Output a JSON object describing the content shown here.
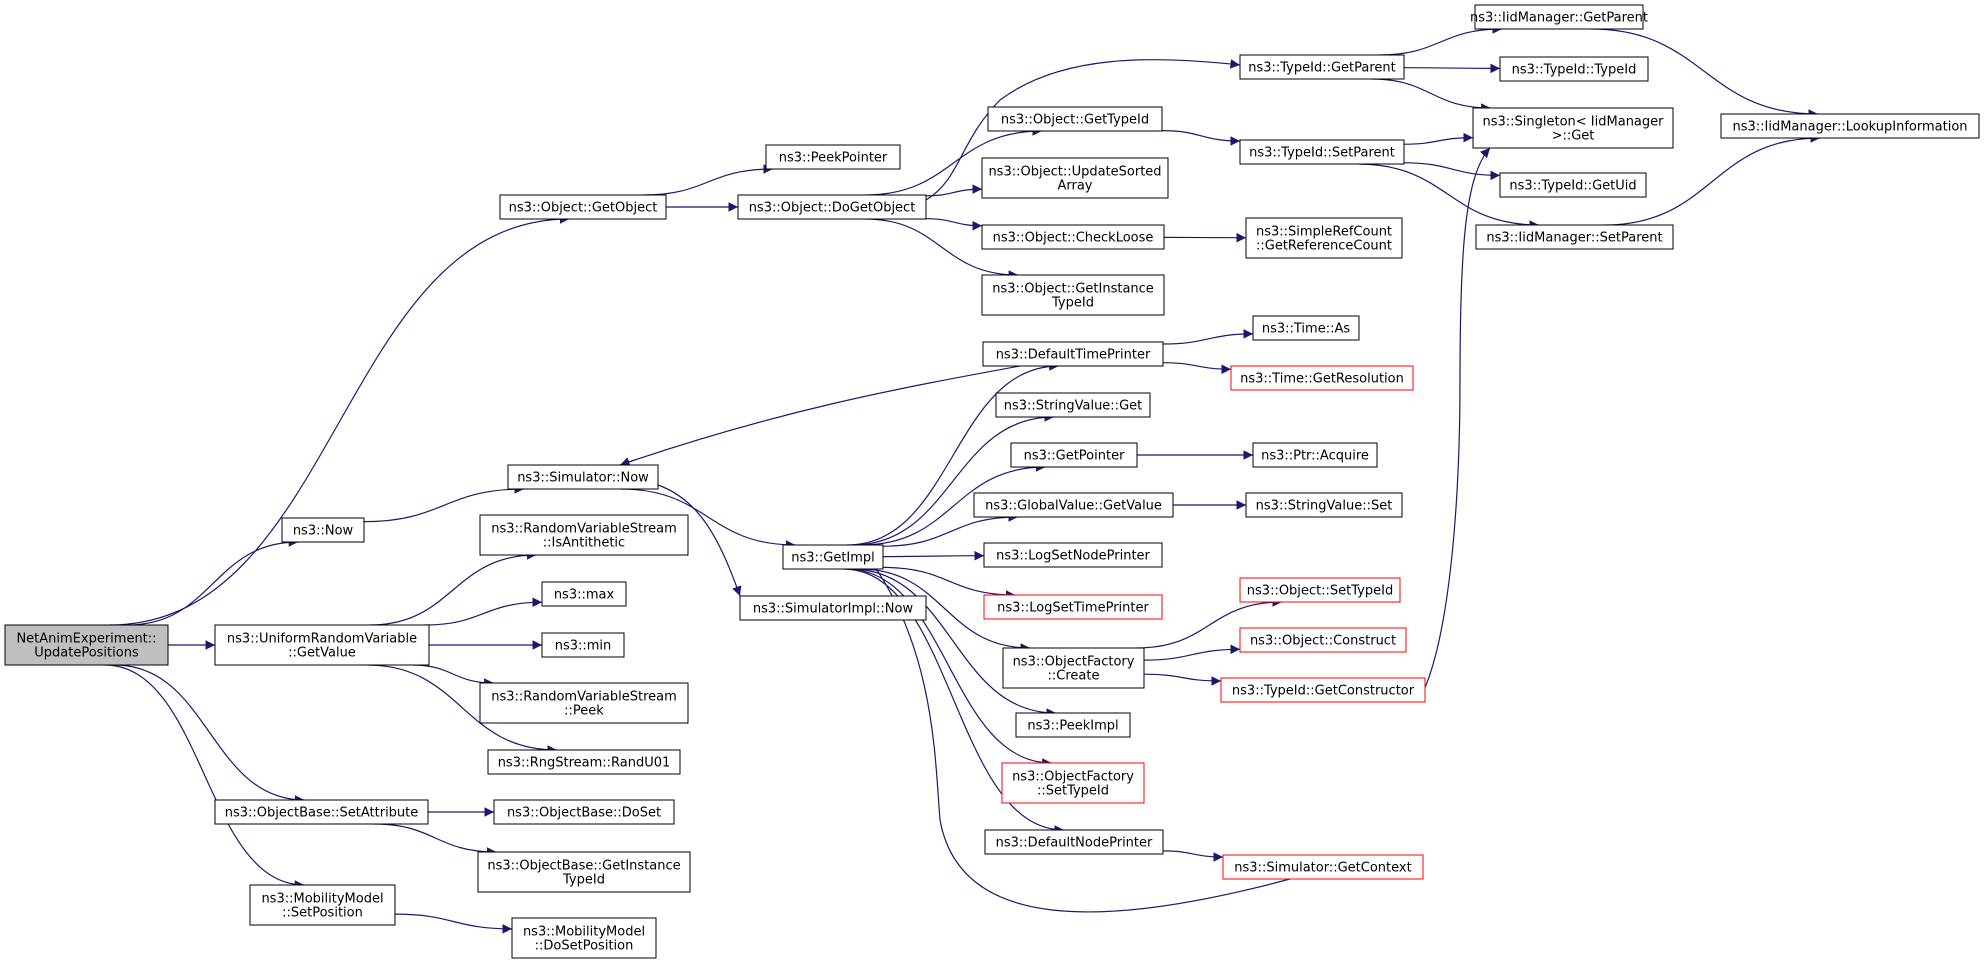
{
  "colors": {
    "edge": "#191970",
    "node_border": "#000000",
    "truncated_node_border": "#ff0000",
    "root_fill": "#bfbfbf",
    "node_fill": "#ffffff"
  },
  "nodes": [
    {
      "id": "root",
      "label": "NetAnimExperiment::\nUpdatePositions",
      "style": "root"
    },
    {
      "id": "getobject",
      "label": "ns3::Object::GetObject",
      "style": "normal"
    },
    {
      "id": "now",
      "label": "ns3::Now",
      "style": "normal"
    },
    {
      "id": "urv_getvalue",
      "label": "ns3::UniformRandomVariable\n::GetValue",
      "style": "normal"
    },
    {
      "id": "setattribute",
      "label": "ns3::ObjectBase::SetAttribute",
      "style": "normal"
    },
    {
      "id": "mm_setposition",
      "label": "ns3::MobilityModel\n::SetPosition",
      "style": "normal"
    },
    {
      "id": "peekpointer",
      "label": "ns3::PeekPointer",
      "style": "normal"
    },
    {
      "id": "dogetobject",
      "label": "ns3::Object::DoGetObject",
      "style": "normal"
    },
    {
      "id": "sim_now",
      "label": "ns3::Simulator::Now",
      "style": "normal"
    },
    {
      "id": "rvs_isantithetic",
      "label": "ns3::RandomVariableStream\n::IsAntithetic",
      "style": "normal"
    },
    {
      "id": "max",
      "label": "ns3::max",
      "style": "normal"
    },
    {
      "id": "min",
      "label": "ns3::min",
      "style": "normal"
    },
    {
      "id": "rvs_peek",
      "label": "ns3::RandomVariableStream\n::Peek",
      "style": "normal"
    },
    {
      "id": "randu01",
      "label": "ns3::RngStream::RandU01",
      "style": "normal"
    },
    {
      "id": "ob_doset",
      "label": "ns3::ObjectBase::DoSet",
      "style": "normal"
    },
    {
      "id": "ob_getinstancetypeid",
      "label": "ns3::ObjectBase::GetInstance\nTypeId",
      "style": "normal"
    },
    {
      "id": "mm_dosetposition",
      "label": "ns3::MobilityModel\n::DoSetPosition",
      "style": "normal"
    },
    {
      "id": "getimpl",
      "label": "ns3::GetImpl",
      "style": "normal"
    },
    {
      "id": "simimpl_now",
      "label": "ns3::SimulatorImpl::Now",
      "style": "normal"
    },
    {
      "id": "obj_gettypeid",
      "label": "ns3::Object::GetTypeId",
      "style": "normal"
    },
    {
      "id": "obj_updatesorted",
      "label": "ns3::Object::UpdateSorted\nArray",
      "style": "normal"
    },
    {
      "id": "obj_checkloose",
      "label": "ns3::Object::CheckLoose",
      "style": "normal"
    },
    {
      "id": "obj_getinstancetypeid",
      "label": "ns3::Object::GetInstance\nTypeId",
      "style": "normal"
    },
    {
      "id": "defaulttimeprinter",
      "label": "ns3::DefaultTimePrinter",
      "style": "normal"
    },
    {
      "id": "stringvalue_get",
      "label": "ns3::StringValue::Get",
      "style": "normal"
    },
    {
      "id": "getpointer",
      "label": "ns3::GetPointer",
      "style": "normal"
    },
    {
      "id": "globalvalue_getvalue",
      "label": "ns3::GlobalValue::GetValue",
      "style": "normal"
    },
    {
      "id": "logsetnodeprinter",
      "label": "ns3::LogSetNodePrinter",
      "style": "normal"
    },
    {
      "id": "logsettimeprinter",
      "label": "ns3::LogSetTimePrinter",
      "style": "red"
    },
    {
      "id": "of_create",
      "label": "ns3::ObjectFactory\n::Create",
      "style": "normal"
    },
    {
      "id": "peekimpl",
      "label": "ns3::PeekImpl",
      "style": "normal"
    },
    {
      "id": "of_settypeid",
      "label": "ns3::ObjectFactory\n::SetTypeId",
      "style": "red"
    },
    {
      "id": "defaultnodeprinter",
      "label": "ns3::DefaultNodePrinter",
      "style": "normal"
    },
    {
      "id": "typeid_getparent",
      "label": "ns3::TypeId::GetParent",
      "style": "normal"
    },
    {
      "id": "typeid_setparent",
      "label": "ns3::TypeId::SetParent",
      "style": "normal"
    },
    {
      "id": "simplerefcount",
      "label": "ns3::SimpleRefCount\n::GetReferenceCount",
      "style": "normal"
    },
    {
      "id": "time_as",
      "label": "ns3::Time::As",
      "style": "normal"
    },
    {
      "id": "time_getresolution",
      "label": "ns3::Time::GetResolution",
      "style": "red"
    },
    {
      "id": "ptr_acquire",
      "label": "ns3::Ptr::Acquire",
      "style": "normal"
    },
    {
      "id": "stringvalue_set",
      "label": "ns3::StringValue::Set",
      "style": "normal"
    },
    {
      "id": "obj_settypeid",
      "label": "ns3::Object::SetTypeId",
      "style": "red"
    },
    {
      "id": "obj_construct",
      "label": "ns3::Object::Construct",
      "style": "red"
    },
    {
      "id": "typeid_getconstructor",
      "label": "ns3::TypeId::GetConstructor",
      "style": "red"
    },
    {
      "id": "sim_getcontext",
      "label": "ns3::Simulator::GetContext",
      "style": "red"
    },
    {
      "id": "iidmanager_getparent",
      "label": "ns3::IidManager::GetParent",
      "style": "normal"
    },
    {
      "id": "typeid_typeid",
      "label": "ns3::TypeId::TypeId",
      "style": "normal"
    },
    {
      "id": "singleton_get",
      "label": "ns3::Singleton< IidManager\n >::Get",
      "style": "normal"
    },
    {
      "id": "typeid_getuid",
      "label": "ns3::TypeId::GetUid",
      "style": "normal"
    },
    {
      "id": "iidmanager_setparent",
      "label": "ns3::IidManager::SetParent",
      "style": "normal"
    },
    {
      "id": "iidmanager_lookup",
      "label": "ns3::IidManager::LookupInformation",
      "style": "normal"
    }
  ],
  "edges": [
    [
      "root",
      "getobject"
    ],
    [
      "root",
      "now"
    ],
    [
      "root",
      "urv_getvalue"
    ],
    [
      "root",
      "setattribute"
    ],
    [
      "root",
      "mm_setposition"
    ],
    [
      "getobject",
      "peekpointer"
    ],
    [
      "getobject",
      "dogetobject"
    ],
    [
      "now",
      "sim_now"
    ],
    [
      "urv_getvalue",
      "rvs_isantithetic"
    ],
    [
      "urv_getvalue",
      "max"
    ],
    [
      "urv_getvalue",
      "min"
    ],
    [
      "urv_getvalue",
      "rvs_peek"
    ],
    [
      "urv_getvalue",
      "randu01"
    ],
    [
      "setattribute",
      "ob_doset"
    ],
    [
      "setattribute",
      "ob_getinstancetypeid"
    ],
    [
      "mm_setposition",
      "mm_dosetposition"
    ],
    [
      "dogetobject",
      "typeid_getparent"
    ],
    [
      "dogetobject",
      "obj_gettypeid"
    ],
    [
      "dogetobject",
      "obj_updatesorted"
    ],
    [
      "dogetobject",
      "obj_checkloose"
    ],
    [
      "dogetobject",
      "obj_getinstancetypeid"
    ],
    [
      "sim_now",
      "getimpl"
    ],
    [
      "sim_now",
      "simimpl_now"
    ],
    [
      "getimpl",
      "defaulttimeprinter"
    ],
    [
      "getimpl",
      "stringvalue_get"
    ],
    [
      "getimpl",
      "getpointer"
    ],
    [
      "getimpl",
      "globalvalue_getvalue"
    ],
    [
      "getimpl",
      "logsetnodeprinter"
    ],
    [
      "getimpl",
      "logsettimeprinter"
    ],
    [
      "getimpl",
      "of_create"
    ],
    [
      "getimpl",
      "peekimpl"
    ],
    [
      "getimpl",
      "of_settypeid"
    ],
    [
      "getimpl",
      "defaultnodeprinter"
    ],
    [
      "defaulttimeprinter",
      "sim_now"
    ],
    [
      "defaulttimeprinter",
      "time_as"
    ],
    [
      "defaulttimeprinter",
      "time_getresolution"
    ],
    [
      "getpointer",
      "ptr_acquire"
    ],
    [
      "globalvalue_getvalue",
      "stringvalue_set"
    ],
    [
      "of_create",
      "obj_settypeid"
    ],
    [
      "of_create",
      "obj_construct"
    ],
    [
      "of_create",
      "typeid_getconstructor"
    ],
    [
      "defaultnodeprinter",
      "sim_getcontext"
    ],
    [
      "sim_getcontext",
      "getimpl"
    ],
    [
      "obj_gettypeid",
      "typeid_setparent"
    ],
    [
      "obj_checkloose",
      "simplerefcount"
    ],
    [
      "typeid_getparent",
      "iidmanager_getparent"
    ],
    [
      "typeid_getparent",
      "typeid_typeid"
    ],
    [
      "typeid_getparent",
      "singleton_get"
    ],
    [
      "typeid_setparent",
      "singleton_get"
    ],
    [
      "typeid_setparent",
      "typeid_getuid"
    ],
    [
      "typeid_setparent",
      "iidmanager_setparent"
    ],
    [
      "typeid_getconstructor",
      "singleton_get"
    ],
    [
      "iidmanager_getparent",
      "iidmanager_lookup"
    ],
    [
      "iidmanager_setparent",
      "iidmanager_lookup"
    ]
  ]
}
